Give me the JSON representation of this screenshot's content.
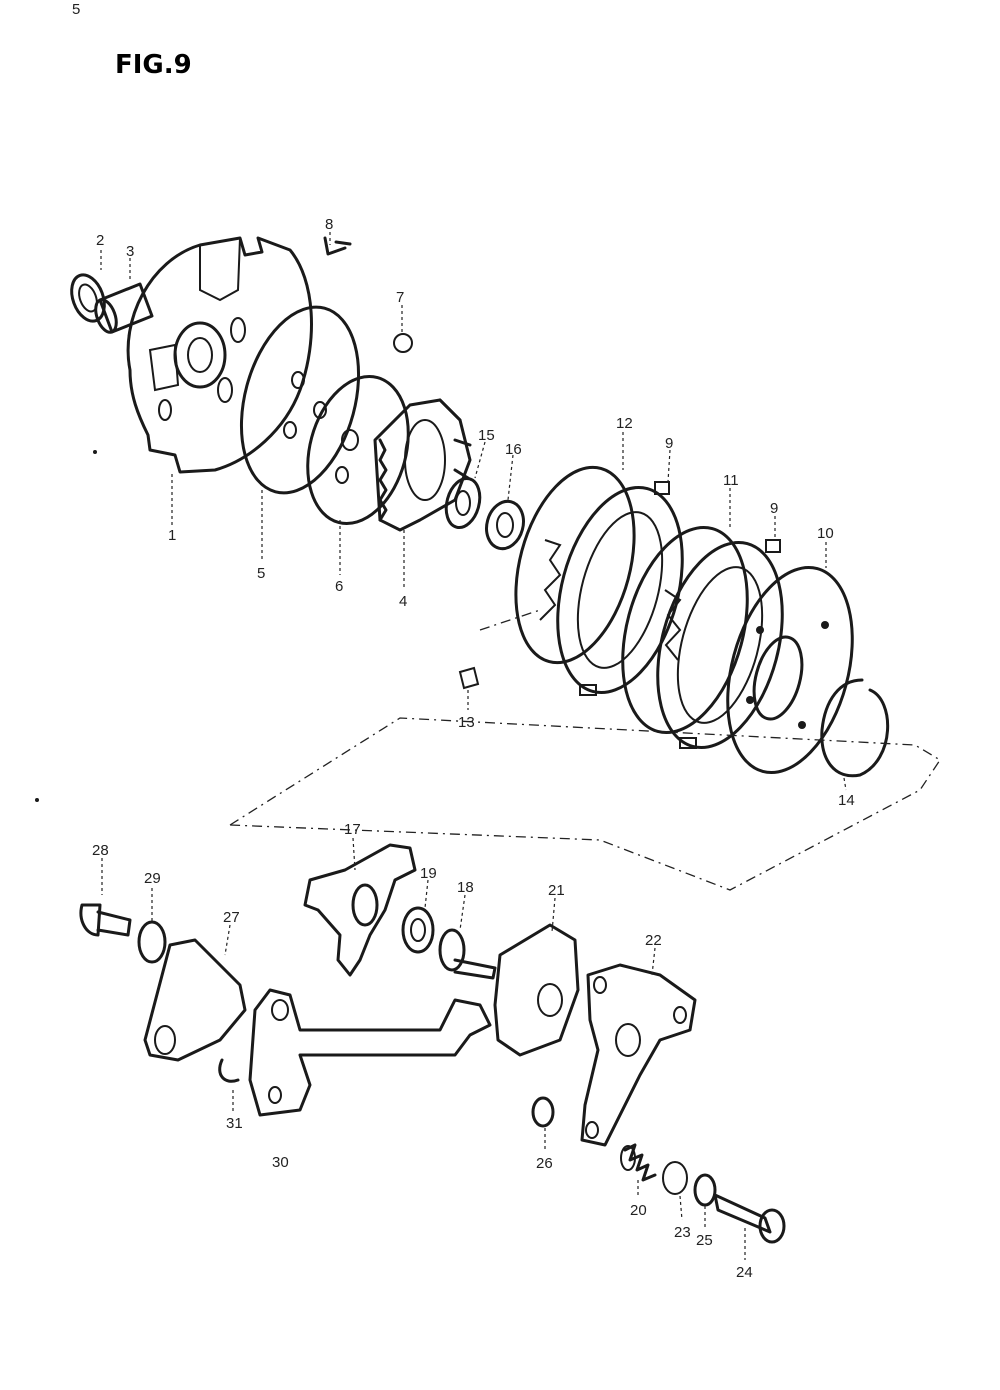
{
  "figure": {
    "title": "FIG.9",
    "footer_fragment": "",
    "corner_mark": "5"
  },
  "callouts": {
    "c1": "1",
    "c2": "2",
    "c3": "3",
    "c4": "4",
    "c5": "5",
    "c6": "6",
    "c7": "7",
    "c8": "8",
    "c9a": "9",
    "c9b": "9",
    "c10": "10",
    "c11": "11",
    "c12": "12",
    "c13": "13",
    "c14": "14",
    "c15": "15",
    "c16": "16",
    "c17": "17",
    "c18": "18",
    "c19": "19",
    "c20": "20",
    "c21": "21",
    "c22": "22",
    "c23": "23",
    "c24": "24",
    "c25": "25",
    "c26": "26",
    "c27": "27",
    "c28": "28",
    "c29": "29",
    "c30": "30",
    "c31": "31"
  }
}
